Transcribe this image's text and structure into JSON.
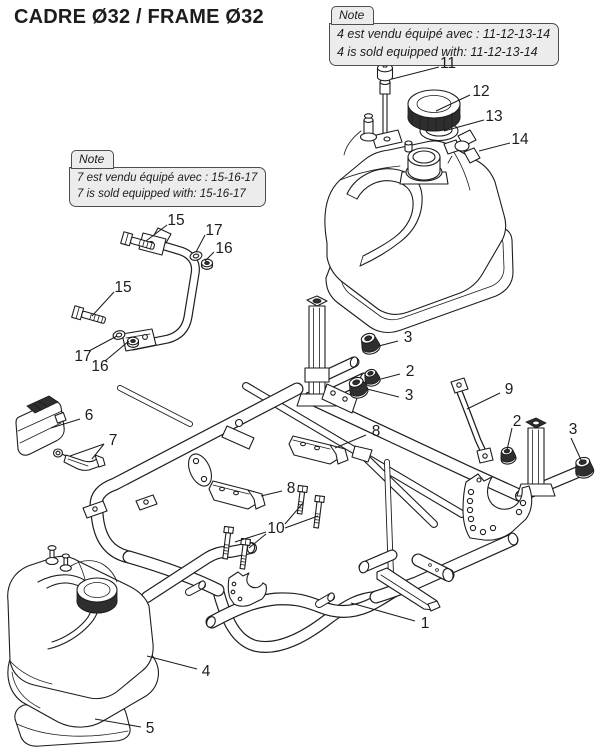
{
  "page": {
    "title": "CADRE Ø32 / FRAME Ø32"
  },
  "notes": {
    "tank_note": {
      "tab": "Note",
      "line_fr": "4 est vendu équipé avec : 11-12-13-14",
      "line_en": "4 is sold equipped with: 11-12-13-14"
    },
    "bracket_note": {
      "tab": "Note",
      "line_fr": "7 est vendu équipé avec : 15-16-17",
      "line_en": "7 is sold equipped with: 15-16-17"
    }
  },
  "callouts": [
    {
      "label": "11"
    },
    {
      "label": "12"
    },
    {
      "label": "13"
    },
    {
      "label": "14"
    },
    {
      "label": "15"
    },
    {
      "label": "17"
    },
    {
      "label": "16"
    },
    {
      "label": "15"
    },
    {
      "label": "17"
    },
    {
      "label": "16"
    },
    {
      "label": "3"
    },
    {
      "label": "2"
    },
    {
      "label": "3"
    },
    {
      "label": "9"
    },
    {
      "label": "2"
    },
    {
      "label": "3"
    },
    {
      "label": "6"
    },
    {
      "label": "7"
    },
    {
      "label": "8"
    },
    {
      "label": "8"
    },
    {
      "label": "10"
    },
    {
      "label": "1"
    },
    {
      "label": "4"
    },
    {
      "label": "5"
    }
  ],
  "colors": {
    "line": "#1d1d1b",
    "note_fill": "#ececec",
    "note_border": "#4d4d4d",
    "background": "#ffffff"
  }
}
